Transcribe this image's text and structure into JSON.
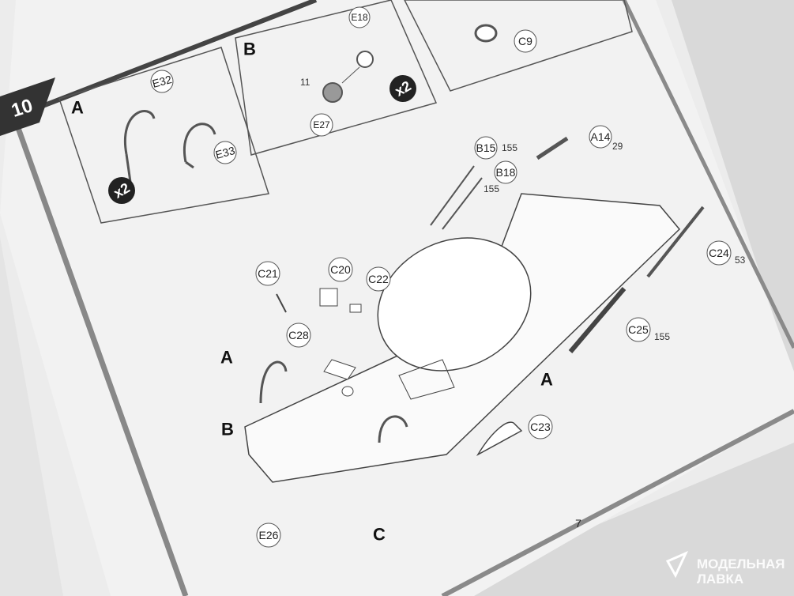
{
  "step": {
    "number": "10"
  },
  "inset_a": {
    "letter": "A",
    "parts": [
      "E32",
      "E33"
    ],
    "quantity": "x2"
  },
  "inset_b": {
    "letter": "B",
    "parts": [
      "E18",
      "E27"
    ],
    "paint_code": "11",
    "quantity": "x2"
  },
  "inset_c": {
    "parts": [
      "C9"
    ]
  },
  "main": {
    "callouts": {
      "b15": "B15",
      "b15_paint": "155",
      "b18": "B18",
      "b18_paint": "155",
      "a14": "A14",
      "a14_paint": "29",
      "c24": "C24",
      "c24_paint": "53",
      "c25": "C25",
      "c25_paint": "155",
      "c21": "C21",
      "c20": "C20",
      "c22": "C22",
      "c28": "C28",
      "c23": "C23",
      "e26": "E26"
    },
    "subassemblies": {
      "a_left": "A",
      "b": "B",
      "c": "C",
      "a_right": "A"
    }
  },
  "page_number": "7",
  "watermark": {
    "line1": "МОДЕЛЬНАЯ",
    "line2": "ЛАВКА"
  }
}
